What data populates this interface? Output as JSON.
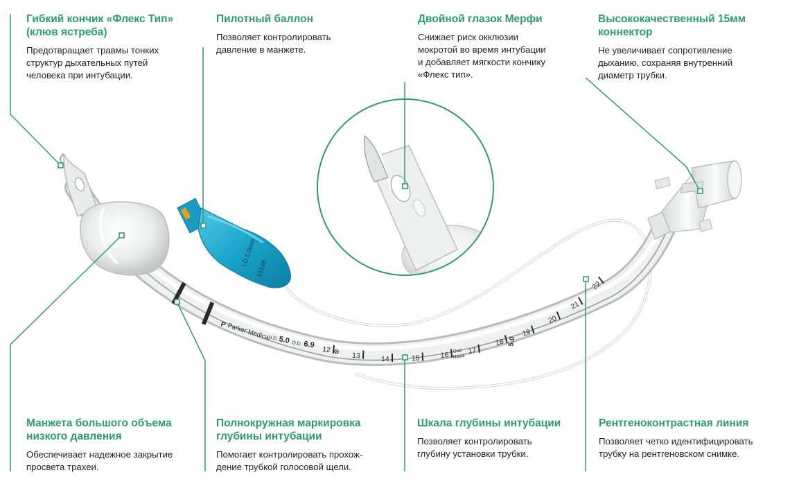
{
  "colors": {
    "accent": "#2e9c6c",
    "text": "#1f1f1f",
    "pilot_balloon": "#1aa3c9"
  },
  "callouts": {
    "tip": {
      "title": "Гибкий кончик «Флекс Тип»\n(клюв ястреба)",
      "text": "Предотвращает травмы тонких\nструктур  дыхательных путей\nчеловека при интубации."
    },
    "pilot": {
      "title": "Пилотный баллон",
      "text": "Позволяет контролировать\nдавление в манжете."
    },
    "murphy": {
      "title": "Двойной глазок Мерфи",
      "text": "Снижает риск окклюзии\nмокротой во время интубации\nи добавляет мягкости кончику\n«Флекс тип»."
    },
    "connector": {
      "title": "Высококачественный 15мм\nконнектор",
      "text": "Не  увеличивает сопротивление\nдыханию, сохраняя внутренний\nдиаметр трубки."
    },
    "cuff": {
      "title": "Манжета большого объема\nнизкого давления",
      "text": "Обеспечивает надежное закрытие\nпросвета трахеи."
    },
    "fullring": {
      "title": "Полнокружная маркировка\nглубины интубации",
      "text": "Помогает контролировать прохож-\nдение трубкой голосовой щели."
    },
    "scale": {
      "title": "Шкала глубины интубации",
      "text": "Позволяет контролировать\nглубину установки трубки."
    },
    "xray": {
      "title": "Рентгеноконтрастная линия",
      "text": "Позволяет четко идентифицировать\nтрубку на рентгеновском снимке."
    }
  },
  "tube_print": {
    "brand": "Parker Medical",
    "id_label": "I.D.",
    "id_value": "5.0",
    "od_label": "O.D.",
    "od_value": "6.9",
    "symbol": "⊗",
    "oral": "Oral",
    "nasal": "Nasal",
    "size_mark": "5.0",
    "scale": [
      "12",
      "13",
      "14",
      "15",
      "16",
      "17",
      "18",
      "19",
      "20",
      "21",
      "22"
    ]
  },
  "pilot_print": {
    "size": "I.D.5.0mm",
    "code": "15198"
  }
}
